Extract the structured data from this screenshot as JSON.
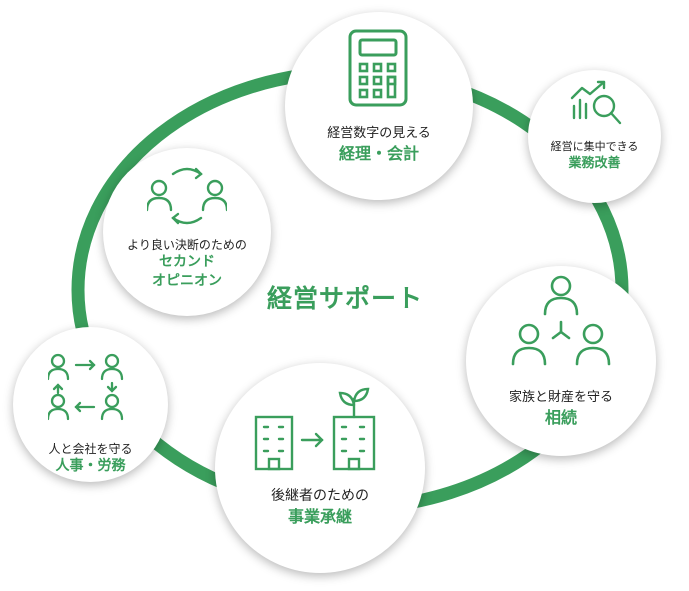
{
  "colors": {
    "accent": "#3a9e5c",
    "text": "#222222",
    "background": "#ffffff"
  },
  "center_title": "経営サポート",
  "items": [
    {
      "sub": "経営数字の見える",
      "main": "経理・会計",
      "icon": "calculator-icon"
    },
    {
      "sub": "経営に集中できる",
      "main": "業務改善",
      "icon": "chart-search-icon"
    },
    {
      "sub": "家族と財産を守る",
      "main": "相続",
      "icon": "family-tree-icon"
    },
    {
      "sub": "後継者のための",
      "main": "事業承継",
      "icon": "building-growth-icon"
    },
    {
      "sub": "人と会社を守る",
      "main": "人事・労務",
      "icon": "people-flow-icon"
    },
    {
      "sub": "より良い決断のための",
      "main": "セカンド",
      "main2": "オピニオン",
      "icon": "people-exchange-icon"
    }
  ]
}
